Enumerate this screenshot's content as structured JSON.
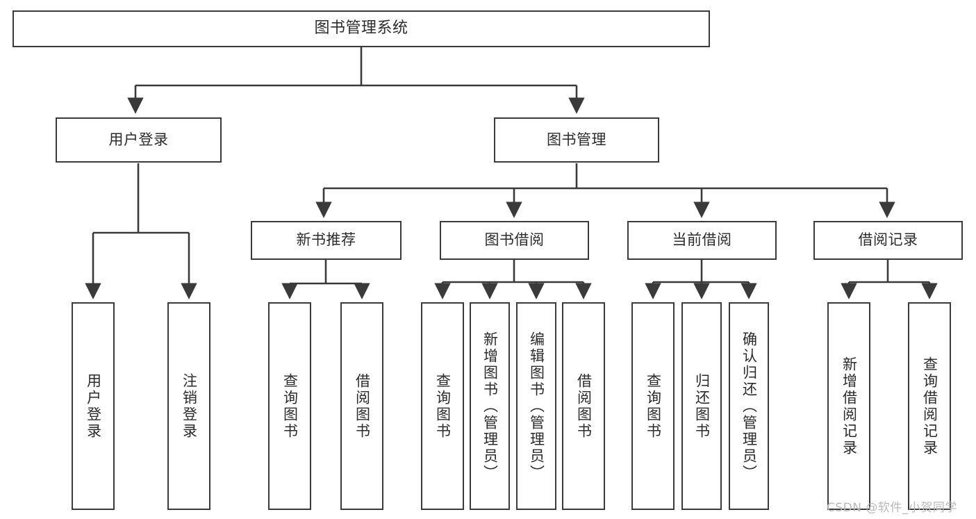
{
  "diagram": {
    "title": "图书管理系统",
    "stroke_color": "#3a3a3a",
    "text_color": "#2b2b2b",
    "background": "#ffffff"
  },
  "nodes": {
    "root": {
      "label": "图书管理系统"
    },
    "level1": [
      {
        "key": "user_login",
        "label": "用户登录"
      },
      {
        "key": "book_manage",
        "label": "图书管理"
      }
    ],
    "level2": [
      {
        "key": "new_book_rec",
        "label": "新书推荐"
      },
      {
        "key": "book_borrow",
        "label": "图书借阅"
      },
      {
        "key": "current_borrow",
        "label": "当前借阅"
      },
      {
        "key": "borrow_record",
        "label": "借阅记录"
      }
    ],
    "leaves": {
      "user_login": [
        {
          "key": "leaf_user_login",
          "label": "用户登录"
        },
        {
          "key": "leaf_logout",
          "label": "注销登录"
        }
      ],
      "new_book_rec": [
        {
          "key": "leaf_query_book_1",
          "label": "查询图书"
        },
        {
          "key": "leaf_borrow_book_1",
          "label": "借阅图书"
        }
      ],
      "book_borrow": [
        {
          "key": "leaf_query_book_2",
          "label": "查询图书"
        },
        {
          "key": "leaf_add_book",
          "label": "新增图书（管理员）"
        },
        {
          "key": "leaf_edit_book",
          "label": "编辑图书（管理员）"
        },
        {
          "key": "leaf_borrow_book_2",
          "label": "借阅图书"
        }
      ],
      "current_borrow": [
        {
          "key": "leaf_query_book_3",
          "label": "查询图书"
        },
        {
          "key": "leaf_return_book",
          "label": "归还图书"
        },
        {
          "key": "leaf_confirm_return",
          "label": "确认归还（管理员）"
        }
      ],
      "borrow_record": [
        {
          "key": "leaf_add_record",
          "label": "新增借阅记录"
        },
        {
          "key": "leaf_query_record",
          "label": "查询借阅记录"
        }
      ]
    }
  },
  "watermark": {
    "text": "CSDN @软件_小贺同学"
  }
}
